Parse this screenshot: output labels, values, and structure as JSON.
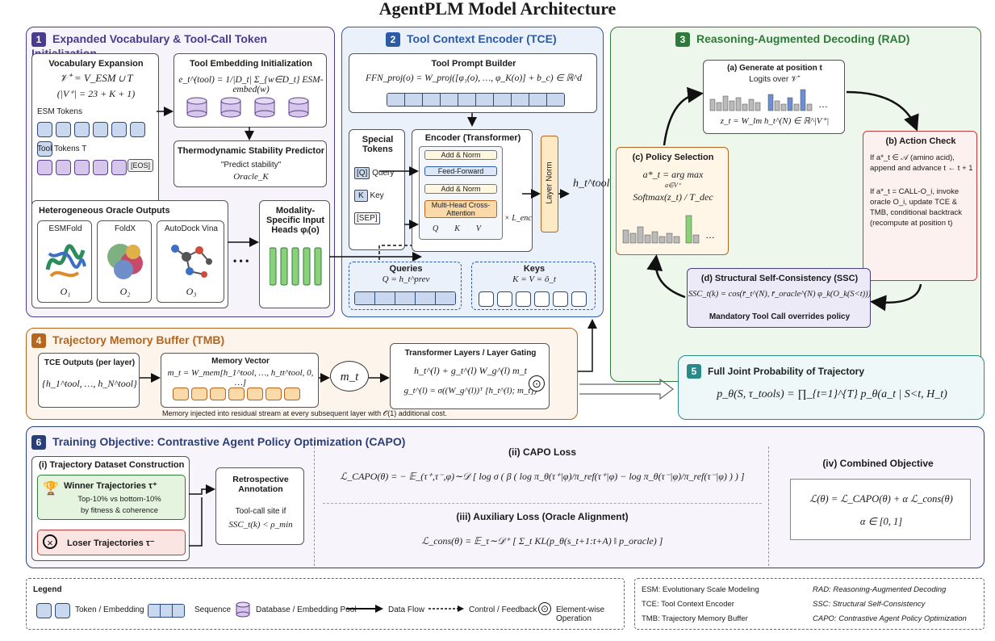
{
  "title": "AgentPLM Model Architecture",
  "colors": {
    "purple": "#4a3c8c",
    "blue": "#2b5aa6",
    "green": "#2f7a3a",
    "orange": "#b5651d",
    "teal": "#2a8a8a",
    "navy": "#2a3f7a"
  },
  "s1": {
    "num": "1",
    "heading": "Expanded Vocabulary & Tool-Call Token Initialization",
    "vocab_title": "Vocabulary Expansion",
    "vocab_eq1": "𝒱⁺ = V_ESM ∪ T",
    "vocab_eq2": "(|V⁺| = 23 + K + 1)",
    "esm_tokens": "ESM Tokens",
    "tool_tokens": "Tool Tokens T",
    "eos": "[EOS]",
    "embed_title": "Tool Embedding Initialization",
    "embed_eq": "e_t^(tool) = 1/|D_t| Σ_{w∈D_t} ESM-embed(w)",
    "thermo_title": "Thermodynamic Stability Predictor",
    "thermo_prompt": "\"Predict stability\"",
    "thermo_oracle": "Oracle_K",
    "hetero_title": "Heterogeneous Oracle Outputs",
    "oracles": [
      {
        "name": "ESMFold",
        "sym": "O₁",
        "icon": "protein-ribbon-icon"
      },
      {
        "name": "FoldX",
        "sym": "O₂",
        "icon": "protein-surface-icon"
      },
      {
        "name": "AutoDock Vina",
        "sym": "O₃",
        "icon": "molecule-icon"
      }
    ],
    "ellipsis": "• • •",
    "modality_title": "Modality-Specific Input Heads φᵢ(o)"
  },
  "s2": {
    "num": "2",
    "heading": "Tool Context Encoder (TCE)",
    "prompt_title": "Tool Prompt Builder",
    "prompt_eq": "FFN_proj(o) = W_proj([φ₁(o), …, φ_K(o)] + b_c) ∈ ℝ^d",
    "special_title": "Special Tokens",
    "special": [
      {
        "tok": "[Q]",
        "label": "Query"
      },
      {
        "tok": "K",
        "label": "Key"
      },
      {
        "tok": "[SEP]",
        "label": ""
      }
    ],
    "encoder_title": "Encoder (Transformer)",
    "layers": [
      "Add & Norm",
      "Feed-Forward",
      "Add & Norm",
      "Multi-Head Cross-Attention"
    ],
    "lenc": "× L_enc",
    "qkv": [
      "Q",
      "K",
      "V"
    ],
    "layernorm": "Layer Norm",
    "output": "h_t^tool",
    "queries_title": "Queries",
    "queries_eq": "Q = h_t^prev",
    "keys_title": "Keys",
    "keys_eq": "K = V = ō_t"
  },
  "s3": {
    "num": "3",
    "heading": "Reasoning-Augmented Decoding (RAD)",
    "a_title": "(a) Generate at position t",
    "a_sub": "Logits over 𝒱⁺",
    "a_eq": "z_t = W_lm h_t^(N) ∈ ℝ^|V⁺|",
    "b_title": "(b) Action Check",
    "b_item1": "If a*_t ∈ 𝒜 (amino acid), append and advance t ← t + 1",
    "b_item2": "If a*_t = CALL-O_i, invoke oracle O_i, update TCE & TMB, conditional backtrack (recompute at position t)",
    "c_title": "(c) Policy Selection",
    "c_eq1": "a*_t = arg max",
    "c_eq1_sub": "a∈V⁺",
    "c_eq2": "Softmax(z_t) / T_dec",
    "d_title": "(d) Structural Self-Consistency (SSC)",
    "d_eq": "SSC_t(k) = cos(r̄_t^(N), r̄_oracle^(N) φ_k(O_k(S<t)))",
    "d_note": "Mandatory Tool Call overrides policy",
    "dots": "…"
  },
  "s4": {
    "num": "4",
    "heading": "Trajectory Memory Buffer (TMB)",
    "tce_out_title": "TCE Outputs (per layer)",
    "tce_out_eq": "{h_1^tool, …, h_N^tool}",
    "mem_title": "Memory Vector",
    "mem_eq": "m_t = W_mem[h_1^tool, …, h_tt^tool, 0, …]",
    "mt": "m_t",
    "gate_title": "Transformer Layers / Layer Gating",
    "gate_eq1": "h_t^(l) + g_t^(l) W_g^(l) m_t",
    "gate_eq2": "g_t^(l) = σ((W_g^(l))ᵀ [h_t^(l); m_t])",
    "note": "Memory injected into residual stream at every subsequent layer with 𝒪(1) additional cost.",
    "odot": "⊙"
  },
  "s5": {
    "num": "5",
    "heading": "Full Joint Probability of Trajectory",
    "eq": "p_θ(S, τ_tools) = ∏_{t=1}^{T} p_θ(a_t | S<t, H_t)"
  },
  "s6": {
    "num": "6",
    "heading": "Training Objective: Contrastive Agent Policy Optimization (CAPO)",
    "i_title": "(i) Trajectory Dataset Construction",
    "winner": "Winner Trajectories τ⁺",
    "winner_desc1": "Top-10% vs bottom-10%",
    "winner_desc2": "by fitness & coherence",
    "loser": "Loser Trajectories τ⁻",
    "retro_title": "Retrospective Annotation",
    "retro_desc": "Tool-call site if",
    "retro_eq": "SSC_t(k) < ρ_min",
    "ii_title": "(ii) CAPO Loss",
    "ii_eq": "ℒ_CAPO(θ) = − 𝔼_(τ⁺,τ⁻,φ)∼𝒟 [ log σ ( β ( log π_θ(τ⁺|φ)/π_ref(τ⁺|φ) − log π_θ(τ⁻|φ)/π_ref(τ⁻|φ) ) ) ]",
    "iii_title": "(iii) Auxiliary Loss (Oracle Alignment)",
    "iii_eq": "ℒ_cons(θ) = 𝔼_τ∼𝒟⁺ [ Σ_t KL(p_θ(s_t+1:t+A) ‖ p_oracle) ]",
    "iv_title": "(iv) Combined Objective",
    "iv_eq1": "ℒ(θ) = ℒ_CAPO(θ) + α ℒ_cons(θ)",
    "iv_eq2": "α ∈ [0, 1]"
  },
  "legend": {
    "title": "Legend",
    "token": "Token / Embedding",
    "sequence": "Sequence",
    "db": "Database / Embedding Pool",
    "flow": "Data Flow",
    "feedback": "Control / Feedback",
    "elementwise": "Element-wise Operation",
    "abbrevs": [
      "ESM: Evolutionary Scale Modeling",
      "RAD: Reasoning-Augmented Decoding",
      "TCE: Tool Context Encoder",
      "SSC: Structural Self-Consistency",
      "TMB: Trajectory Memory Buffer",
      "CAPO: Contrastive Agent Policy Optimization"
    ]
  }
}
